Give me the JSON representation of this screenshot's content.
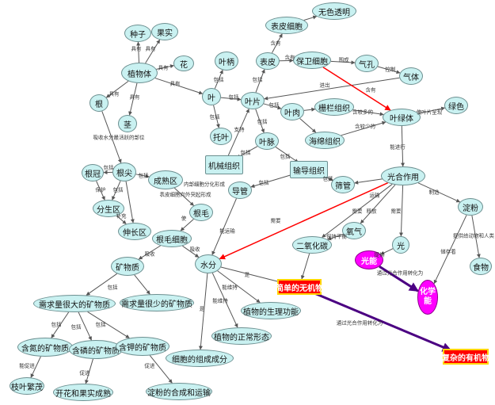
{
  "nodes": {
    "seed": "种子",
    "fruit": "果实",
    "plant": "植物体",
    "flower": "花",
    "petiole": "叶柄",
    "epidermal_cell": "表皮细胞",
    "colorless": "无色透明",
    "epidermis": "表皮",
    "guard_cell": "保卫细胞",
    "stoma": "气孔",
    "gas": "气体",
    "root": "根",
    "leaf": "叶",
    "blade": "叶片",
    "mesophyll": "叶肉",
    "palisade": "栅栏组织",
    "spongy": "海绵组织",
    "chloroplast": "叶绿体",
    "green": "绿色",
    "stem": "茎",
    "stipule": "托叶",
    "vein": "叶脉",
    "mechanical": "机械组织",
    "conducting": "输导组织",
    "root_cap": "根冠",
    "root_tip": "根尖",
    "maturation": "成熟区",
    "vessel": "导管",
    "sieve_tube": "筛管",
    "photosynthesis": "光合作用",
    "starch": "淀粉",
    "meristem": "分生区",
    "root_hair": "根毛",
    "elongation": "伸长区",
    "root_hair_cell": "根毛细胞",
    "co2": "二氧化碳",
    "oxygen": "氧气",
    "light": "光",
    "light_energy": "光能",
    "chemical_energy": "化学能",
    "food": "食物",
    "minerals": "矿物质",
    "water": "水分",
    "simple_inorganic": "简单的无机物",
    "complex_organic": "复杂的有机物",
    "large_need": "需求量很大的矿物质",
    "small_need": "需求量很少的矿物质",
    "physiology": "植物的生理功能",
    "normal_form": "植物的正常形态",
    "n_mineral": "含氮的矿物质",
    "p_mineral": "含磷的矿物质",
    "k_mineral": "含钾的矿物质",
    "cell_component": "细胞的组成成分",
    "leaf_growth": "枝叶繁茂",
    "flower_fruit": "开花和果实成熟",
    "starch_synthesis": "淀粉的合成和运输"
  },
  "labels": {
    "has_seed": "具有",
    "has_fruit": "具有",
    "has_flower": "具有",
    "has_leaf": "具有",
    "has_root": "具有",
    "has_stem": "具有",
    "incl_petiole": "包括",
    "incl_blade": "包括",
    "incl_stipule": "包括",
    "contains": "含有",
    "incl_epidermis": "包括",
    "has_guard": "含有",
    "forms": "围成",
    "controls": "控制",
    "enter_exit": "进出",
    "contains_red": "含有",
    "incl_mesophyll": "包括",
    "more": "含较多的",
    "less": "含较少的",
    "makes_green": "使叶片呈现",
    "can_do": "能进行",
    "incl_vein": "包括",
    "support": "支持",
    "incl_mech": "包括",
    "incl_cond": "包括",
    "absorb_main": "吸收水分最活跃的部位",
    "incl_cap": "包括",
    "incl_tip": "包括",
    "incl_mat": "包括",
    "protect": "保护",
    "supplement": "补充",
    "inner_form": "内部细胞分化形成",
    "outer_form": "表皮细胞向外突起形成",
    "incl_vessel": "包括",
    "incl_sieve": "包括",
    "transport": "运输",
    "manufacture": "制造",
    "need1": "需要",
    "need2": "需要",
    "release": "释放",
    "need3": "需要",
    "balance": "保持平衡",
    "provide": "提供",
    "provide_food": "提供给动物和人类",
    "store": "储存着",
    "convert1": "通过光合作用转化为",
    "convert2": "通过光合作用转化为",
    "is": "使",
    "transport2": "能运输",
    "absorb": "吸收",
    "is_simple": "是",
    "absorb_min": "吸收",
    "maintain": "能维持",
    "maintain2": "能维持",
    "is_cell": "是",
    "include": "包括",
    "incl_large": "包括",
    "incl_n": "包括",
    "incl_p": "包括",
    "incl_k": "包括",
    "promote_n": "能促进",
    "promote_p": "促进",
    "promote_k": "促进",
    "need_red": "需要"
  },
  "colors": {
    "node_fill": "#c9f1f1",
    "node_border": "#6c8f90",
    "line": "#555555",
    "red_arrow": "#ff0000",
    "purple_arrow": "#4b0082",
    "box_red": "#ff0000",
    "box_border": "#ffd400",
    "magenta": "#ff00ff"
  }
}
